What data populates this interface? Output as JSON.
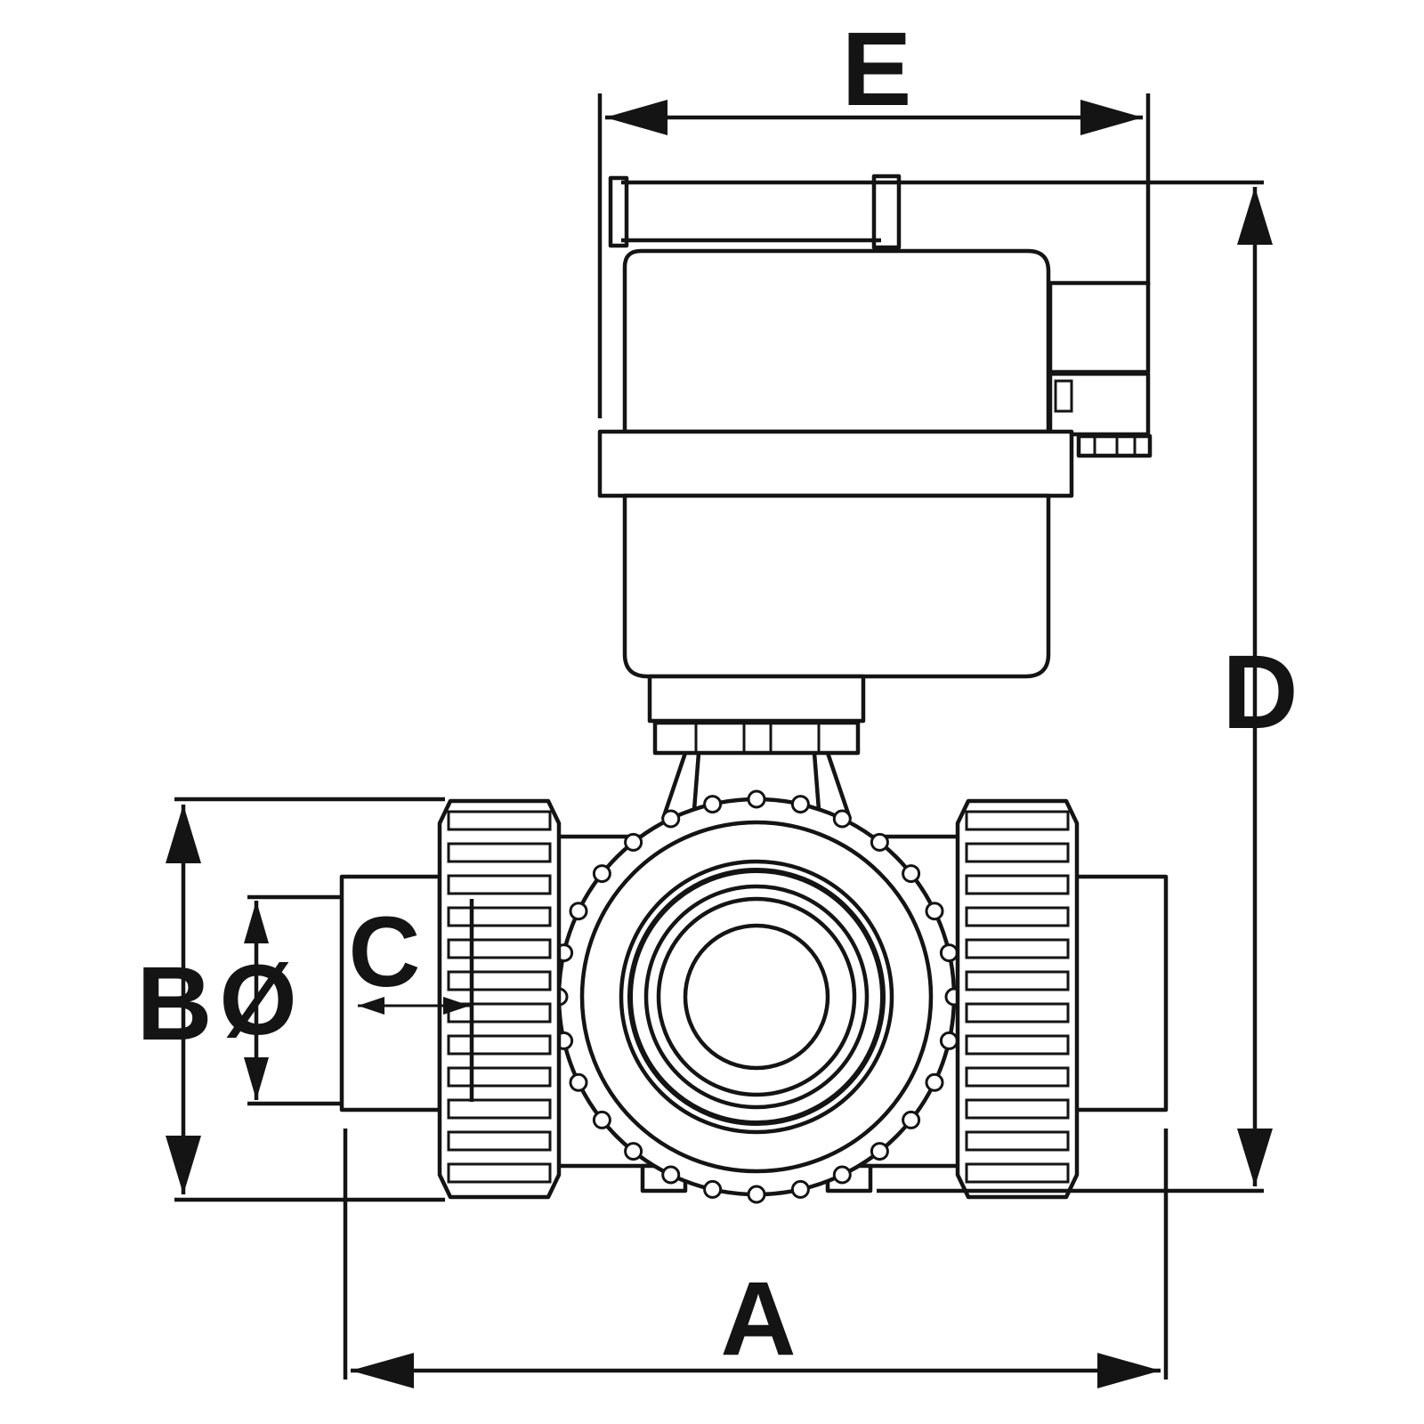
{
  "dimensions": {
    "a": "A",
    "b": "B",
    "c": "C",
    "d": "D",
    "e": "E",
    "diameter": "Ø"
  }
}
